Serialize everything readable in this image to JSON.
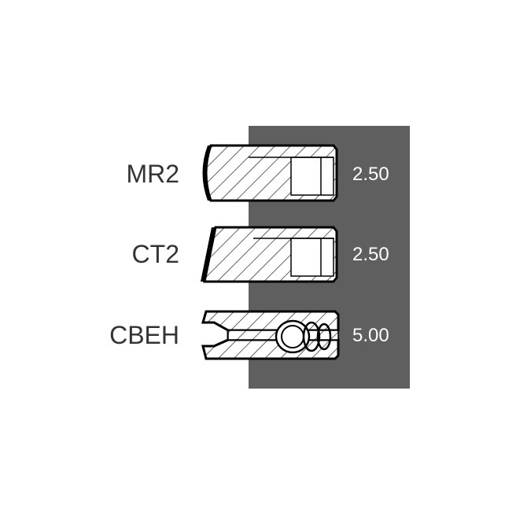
{
  "colors": {
    "panel": "#5f5f5f",
    "ring_fill": "#ffffff",
    "ring_stroke": "#000000",
    "label": "#333333",
    "value": "#ffffff"
  },
  "rings": [
    {
      "code": "MR2",
      "width": "2.50",
      "profile": "barrel"
    },
    {
      "code": "CT2",
      "width": "2.50",
      "profile": "taper"
    },
    {
      "code": "CBEH",
      "width": "5.00",
      "profile": "oil-expander"
    }
  ]
}
